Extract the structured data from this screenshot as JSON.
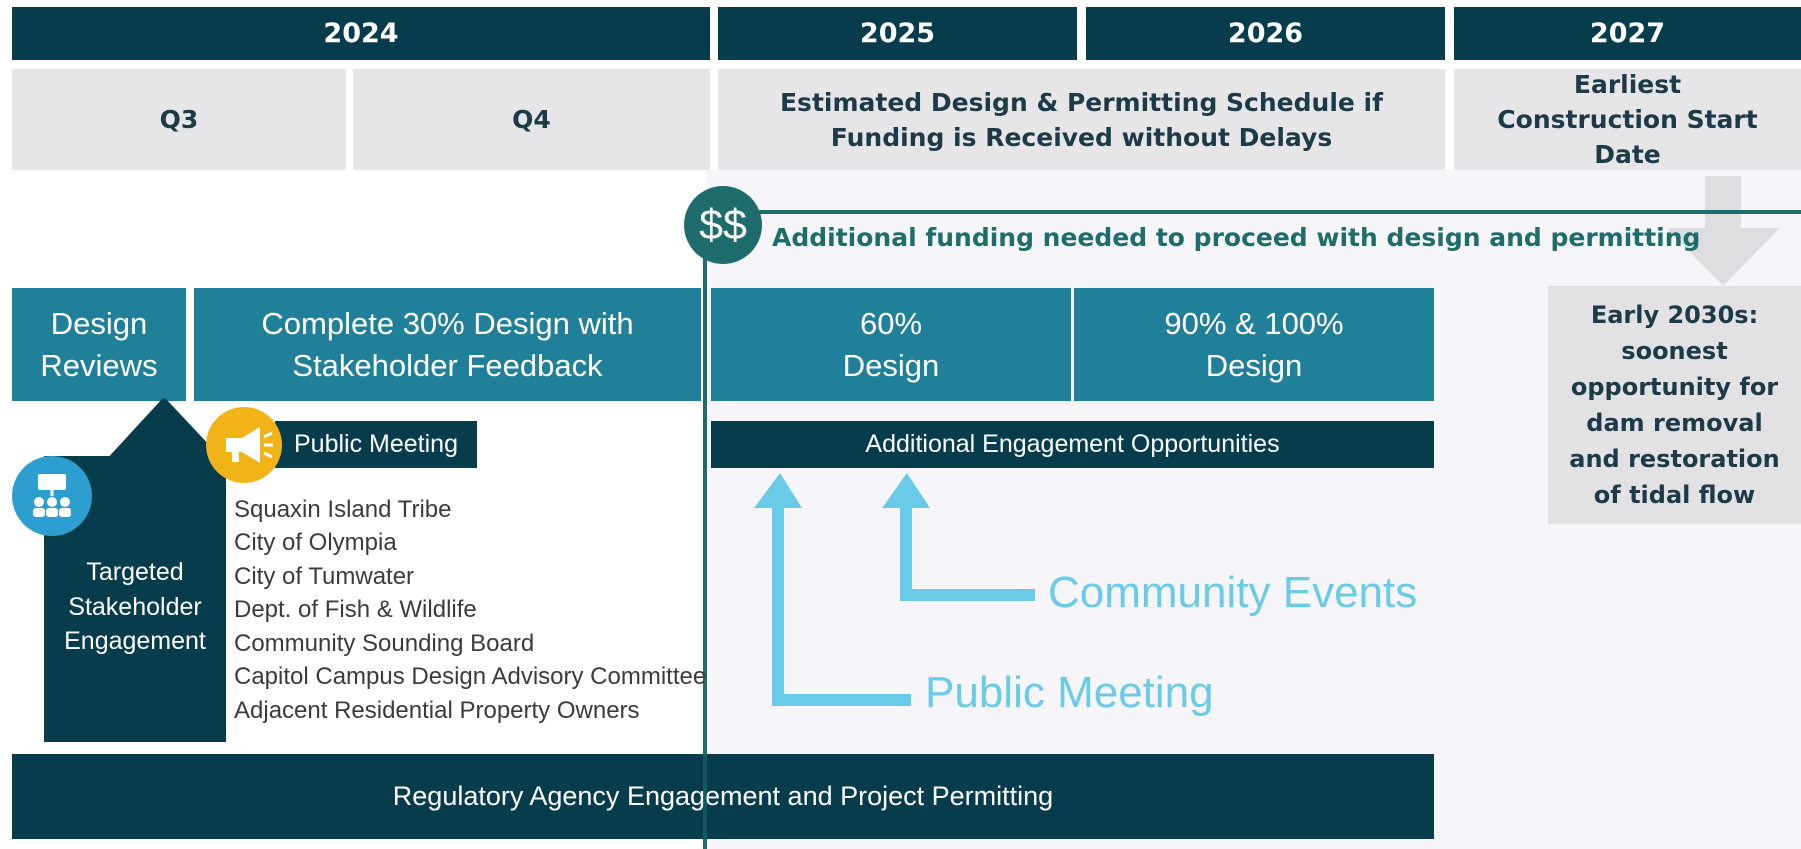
{
  "years": {
    "y2024": "2024",
    "y2025": "2025",
    "y2026": "2026",
    "y2027": "2027"
  },
  "quarters": {
    "q3": "Q3",
    "q4": "Q4"
  },
  "schedule_label": "Estimated Design & Permitting Schedule if Funding is Received without Delays",
  "construction_label": "Earliest Construction Start Date",
  "funding": {
    "icon_text": "$$",
    "note": "Additional funding needed to proceed with design and permitting"
  },
  "phases": {
    "design_reviews": "Design Reviews",
    "complete_30": "Complete 30% Design with Stakeholder Feedback",
    "design_60": "60% Design",
    "design_90_100": "90% & 100% Design"
  },
  "public_meeting_tag": "Public Meeting",
  "additional_engagement": "Additional Engagement Opportunities",
  "targeted_engagement": "Targeted Stakeholder Engagement",
  "stakeholders": [
    "Squaxin Island Tribe",
    "City of Olympia",
    "City of Tumwater",
    "Dept. of Fish & Wildlife",
    "Community Sounding Board",
    "Capitol Campus Design Advisory Committee",
    "Adjacent Residential Property Owners"
  ],
  "community_events": "Community Events",
  "public_meeting_arrow": "Public Meeting",
  "early_2030s": "Early 2030s: soonest opportunity for dam removal and restoration of tidal flow",
  "regulatory": "Regulatory Agency Engagement and Project Permitting",
  "colors": {
    "dark_teal": "#063c4b",
    "teal": "#20809a",
    "light_blue": "#69cbe8",
    "light_gray": "#e6e6e8",
    "yellow": "#f2b318",
    "green_teal": "#1e6c6c"
  },
  "icons": [
    "money-icon",
    "megaphone-icon",
    "people-icon"
  ]
}
